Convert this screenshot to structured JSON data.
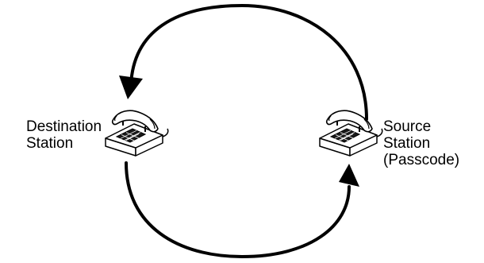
{
  "diagram": {
    "destination": {
      "line1": "Destination",
      "line2": "Station",
      "icon": "desk-telephone-icon"
    },
    "source": {
      "line1": "Source",
      "line2": "Station",
      "line3": "(Passcode)",
      "icon": "desk-telephone-icon"
    },
    "colors": {
      "stroke": "#000000",
      "background": "#ffffff"
    }
  }
}
